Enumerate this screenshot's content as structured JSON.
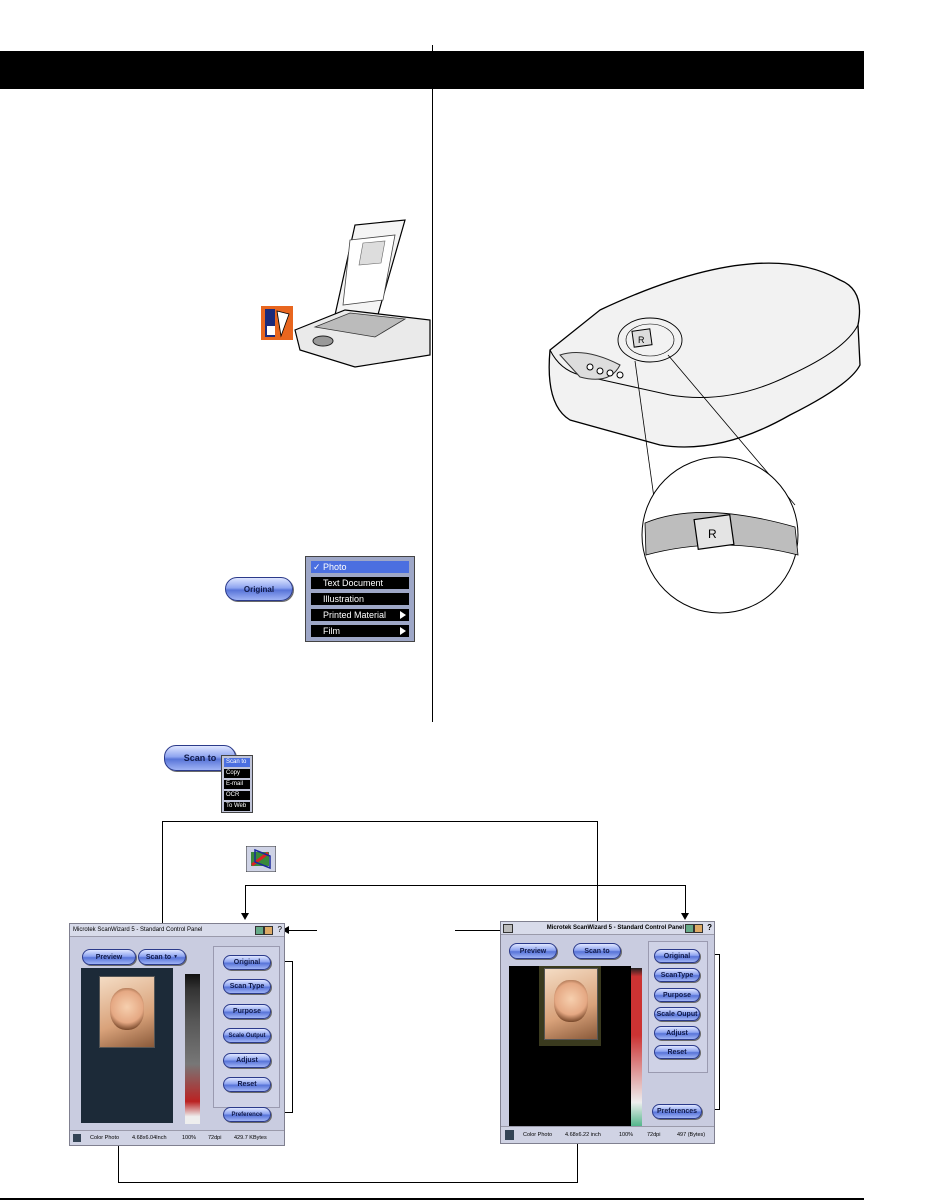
{
  "left_menu": {
    "items": [
      {
        "label": "Photo",
        "checked": true
      },
      {
        "label": "Text Document"
      },
      {
        "label": "Illustration"
      },
      {
        "label": "Printed Material",
        "submenu": true
      },
      {
        "label": "Film",
        "submenu": true
      }
    ],
    "check_mark": "✓"
  },
  "original_button_label": "Original",
  "scan_to": {
    "button_label": "Scan to",
    "menu_items": [
      "Scan to",
      "Copy",
      "E-mail",
      "OCR",
      "To Web"
    ]
  },
  "left_panel": {
    "title": "Microtek ScanWizard 5 - Standard Control Panel",
    "preview_label": "Preview",
    "scan_to_label": "Scan to",
    "dropdown_glyph": "▼",
    "side_buttons": [
      "Original",
      "Scan Type",
      "Purpose",
      "Scale Output",
      "Adjust",
      "Reset"
    ],
    "preferences_label": "Preference",
    "status": [
      "Color Photo",
      "4.68x6.04Inch",
      "100%",
      "72dpi",
      "429.7 KBytes"
    ]
  },
  "right_panel": {
    "title": "Microtek ScanWizard 5 - Standard Control Panel",
    "preview_label": "Preview",
    "scan_to_label": "Scan to",
    "side_buttons": [
      "Original",
      "ScanType",
      "Purpose",
      "Scale Ouput",
      "Adjust",
      "Reset"
    ],
    "preferences_label": "Preferences",
    "status": [
      "Color Photo",
      "4.68x6.22 inch",
      "100%",
      "72dpi",
      "497 (Bytes)"
    ]
  },
  "scanner_button_letter": "R",
  "colors": {
    "header_bar": "#000000",
    "button_blue": "#5874d8",
    "menu_selected": "#4b6fe0"
  }
}
